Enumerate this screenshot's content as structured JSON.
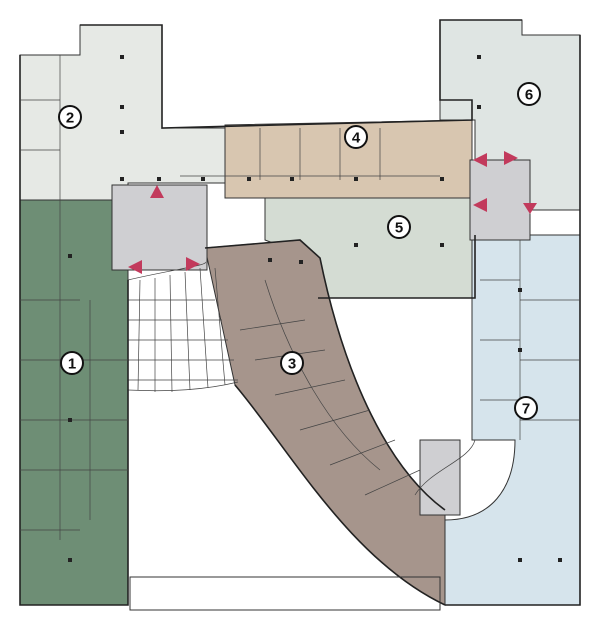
{
  "plan": {
    "zones": [
      {
        "label": "1",
        "color": "#6e8e75"
      },
      {
        "label": "2",
        "color": "#e6e9e5"
      },
      {
        "label": "3",
        "color": "#a6958c"
      },
      {
        "label": "4",
        "color": "#d8c6b0"
      },
      {
        "label": "5",
        "color": "#d4dcd3"
      },
      {
        "label": "6",
        "color": "#dfe5e3"
      },
      {
        "label": "7",
        "color": "#d6e4ec"
      }
    ],
    "core_color": "#cfcfd2",
    "arrow_color": "#c23a5c"
  }
}
